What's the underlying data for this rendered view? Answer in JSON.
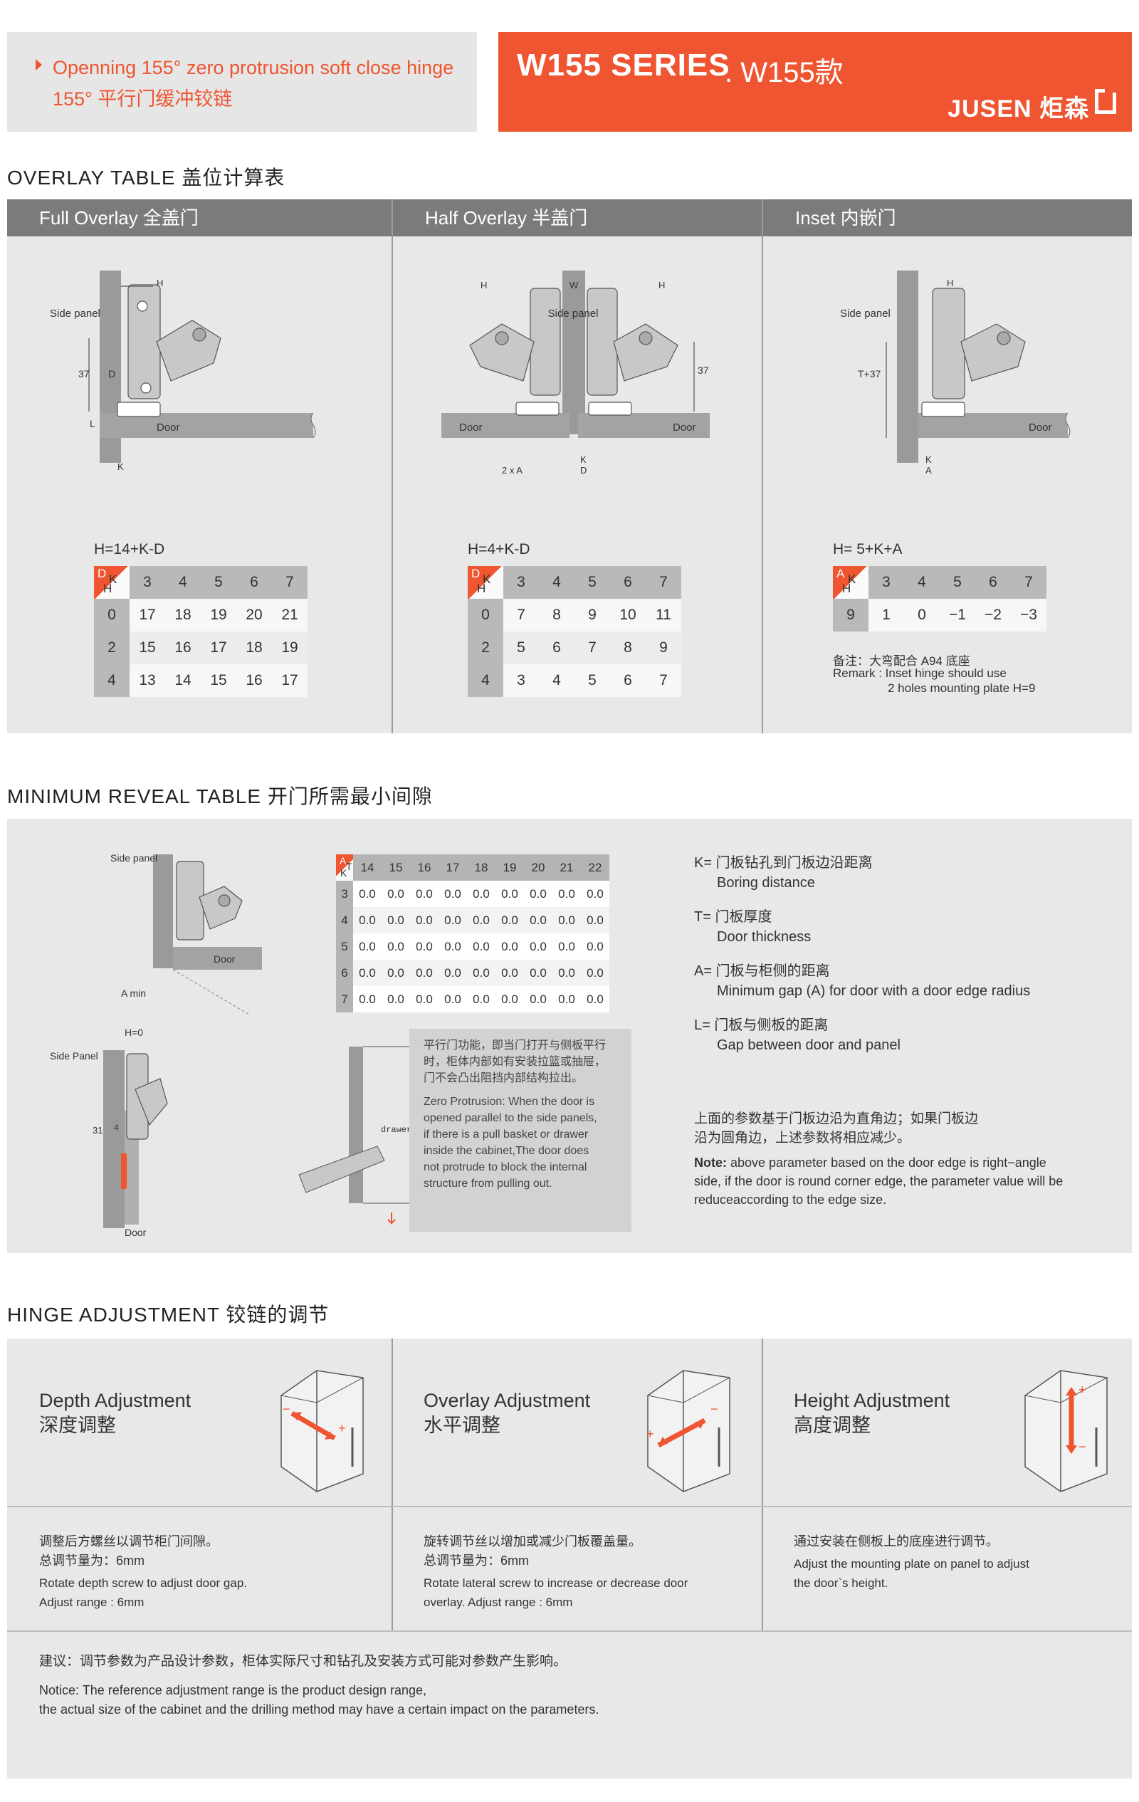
{
  "header": {
    "title_en": "Openning 155° zero protrusion soft close hinge",
    "title_cn": "155°  平行门缓冲铰链",
    "series": "W155 SERIES",
    "model": ". W155款",
    "brand": "JUSEN 炬森"
  },
  "overlay": {
    "title": "OVERLAY TABLE   盖位计算表",
    "columns": [
      {
        "title": "Full Overlay 全盖门",
        "formula": "H=14+K-D",
        "corner": {
          "a": "D",
          "b": "K",
          "c": "H"
        },
        "k_values": [
          "3",
          "4",
          "5",
          "6",
          "7"
        ],
        "rows": [
          {
            "key": "0",
            "values": [
              "17",
              "18",
              "19",
              "20",
              "21"
            ]
          },
          {
            "key": "2",
            "values": [
              "15",
              "16",
              "17",
              "18",
              "19"
            ]
          },
          {
            "key": "4",
            "values": [
              "13",
              "14",
              "15",
              "16",
              "17"
            ]
          }
        ],
        "diagram": {
          "side_panel": "Side panel",
          "door": "Door",
          "h": "H",
          "d": "D",
          "dim37": "37",
          "l": "L",
          "k": "K"
        }
      },
      {
        "title": "Half Overlay 半盖门",
        "formula": "H=4+K-D",
        "corner": {
          "a": "D",
          "b": "K",
          "c": "H"
        },
        "k_values": [
          "3",
          "4",
          "5",
          "6",
          "7"
        ],
        "rows": [
          {
            "key": "0",
            "values": [
              "7",
              "8",
              "9",
              "10",
              "11"
            ]
          },
          {
            "key": "2",
            "values": [
              "5",
              "6",
              "7",
              "8",
              "9"
            ]
          },
          {
            "key": "4",
            "values": [
              "3",
              "4",
              "5",
              "6",
              "7"
            ]
          }
        ],
        "diagram": {
          "side_panel": "Side panel",
          "door": "Door",
          "h": "H",
          "w": "W",
          "dim37": "37",
          "twoxa": "2 x A",
          "k": "K",
          "d": "D"
        }
      },
      {
        "title": "Inset 内嵌门",
        "formula": "H= 5+K+A",
        "corner": {
          "a": "A",
          "b": "K",
          "c": "H"
        },
        "k_values": [
          "3",
          "4",
          "5",
          "6",
          "7"
        ],
        "rows": [
          {
            "key": "9",
            "values": [
              "1",
              "0",
              "−1",
              "−2",
              "−3"
            ]
          }
        ],
        "remark_cn": "备注：大弯配合 A94 底座",
        "remark_en1": "Remark : Inset hinge should use",
        "remark_en2": "2 holes mounting plate H=9",
        "diagram": {
          "side_panel": "Side panel",
          "door": "Door",
          "h": "H",
          "t37": "T+37",
          "k": "K",
          "a": "A"
        }
      }
    ]
  },
  "reveal": {
    "title": "MINIMUM REVEAL TABLE   开门所需最小间隙",
    "corner": {
      "a": "A",
      "b": "T",
      "c": "K"
    },
    "t_values": [
      "14",
      "15",
      "16",
      "17",
      "18",
      "19",
      "20",
      "21",
      "22"
    ],
    "rows": [
      {
        "key": "3",
        "values": [
          "0.0",
          "0.0",
          "0.0",
          "0.0",
          "0.0",
          "0.0",
          "0.0",
          "0.0",
          "0.0"
        ]
      },
      {
        "key": "4",
        "values": [
          "0.0",
          "0.0",
          "0.0",
          "0.0",
          "0.0",
          "0.0",
          "0.0",
          "0.0",
          "0.0"
        ]
      },
      {
        "key": "5",
        "values": [
          "0.0",
          "0.0",
          "0.0",
          "0.0",
          "0.0",
          "0.0",
          "0.0",
          "0.0",
          "0.0"
        ]
      },
      {
        "key": "6",
        "values": [
          "0.0",
          "0.0",
          "0.0",
          "0.0",
          "0.0",
          "0.0",
          "0.0",
          "0.0",
          "0.0"
        ]
      },
      {
        "key": "7",
        "values": [
          "0.0",
          "0.0",
          "0.0",
          "0.0",
          "0.0",
          "0.0",
          "0.0",
          "0.0",
          "0.0"
        ]
      }
    ],
    "diagram": {
      "side_panel": "Side panel",
      "door": "Door",
      "amin": "A min",
      "side_panel2": "Side Panel",
      "h0": "H=0",
      "dim31": "31",
      "dim4": "4",
      "door2": "Door",
      "drawer": "drawer or basket"
    },
    "note": {
      "cn1": "平行门功能，即当门打开与侧板平行",
      "cn2": "时，柜体内部如有安装拉篮或抽屉，",
      "cn3": "门不会凸出阻挡内部结构拉出。",
      "en1": "Zero Protrusion: When the door is",
      "en2": "opened parallel to the side panels,",
      "en3": "if there is a pull basket or drawer",
      "en4": "inside the cabinet,The door does",
      "en5": "not protrude to block the internal",
      "en6": "structure from pulling out."
    },
    "legend": [
      {
        "cn": "K= 门板钻孔到门板边沿距离",
        "en": "Boring distance"
      },
      {
        "cn": "T= 门板厚度",
        "en": "Door thickness"
      },
      {
        "cn": "A= 门板与柜侧的距离",
        "en": "Minimum gap (A) for door with a door edge radius"
      },
      {
        "cn": "L= 门板与侧板的距离",
        "en": "Gap between door and panel"
      }
    ],
    "para_cn1": "上面的参数基于门板边沿为直角边；如果门板边",
    "para_cn2": "沿为圆角边，上述参数将相应减少。",
    "note_label": "Note:",
    "note_en1": " above parameter based on the door edge is right−angle",
    "note_en2": "side, if the door is round corner edge, the parameter value will be",
    "note_en3": "reduceaccording to the edge size."
  },
  "adjustment": {
    "title": "HINGE ADJUSTMENT   铰链的调节",
    "items": [
      {
        "title_en": "Depth Adjustment",
        "title_cn": "深度调整",
        "cn1": "调整后方螺丝以调节柜门间隙。",
        "cn2": "总调节量为：6mm",
        "en1": "Rotate depth screw to adjust door gap.",
        "en2": "Adjust range : 6mm",
        "minus": "−",
        "plus": "+"
      },
      {
        "title_en": "Overlay Adjustment",
        "title_cn": "水平调整",
        "cn1": "旋转调节丝以增加或减少门板覆盖量。",
        "cn2": "总调节量为：6mm",
        "en1": "Rotate lateral screw to increase or decrease door",
        "en2": "overlay. Adjust range : 6mm",
        "minus": "−",
        "plus": "+"
      },
      {
        "title_en": "Height Adjustment",
        "title_cn": "高度调整",
        "cn1": "通过安装在侧板上的底座进行调节。",
        "cn2": "",
        "en1": "Adjust the mounting plate on panel to adjust",
        "en2": "the door`s height.",
        "minus": "−",
        "plus": "+"
      }
    ],
    "footer_cn": "建议：调节参数为产品设计参数，柜体实际尺寸和钻孔及安装方式可能对参数产生影响。",
    "footer_en1": "Notice: The reference adjustment range is the product design range,",
    "footer_en2": "the actual size of the cabinet and the drilling method may have a certain impact on the parameters."
  },
  "colors": {
    "accent": "#ee5530",
    "header_gray": "#7b7b7b",
    "panel_gray": "#e8e8e8"
  }
}
